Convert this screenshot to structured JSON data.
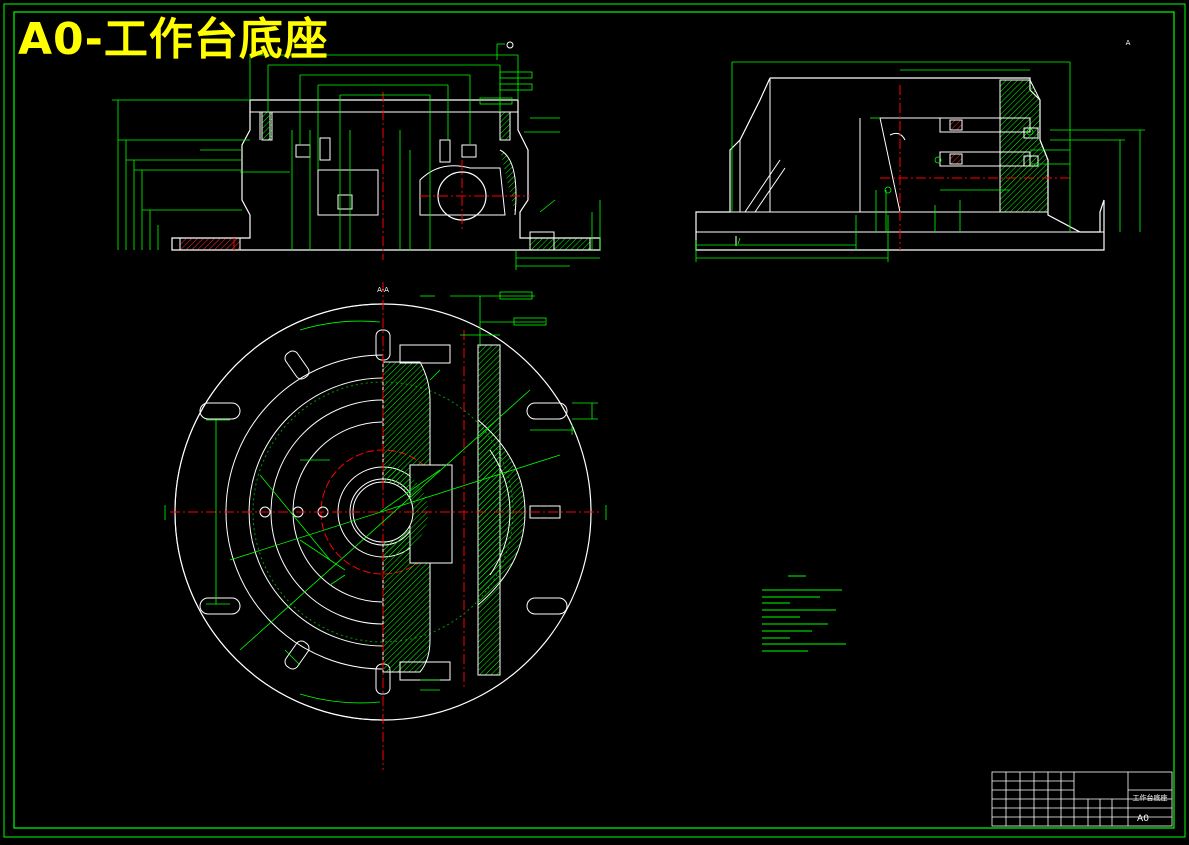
{
  "drawing": {
    "title": "A0-工作台底座",
    "section_label": "A-A",
    "corner_label": "A"
  },
  "title_block": {
    "part_name": "工作台底座",
    "sheet_size": "A0"
  },
  "colors": {
    "background": "#000000",
    "outline": "#ffffff",
    "dimension": "#00ff00",
    "centerline": "#ff0000",
    "title_text": "#ffff00",
    "border": "#00ff00"
  }
}
